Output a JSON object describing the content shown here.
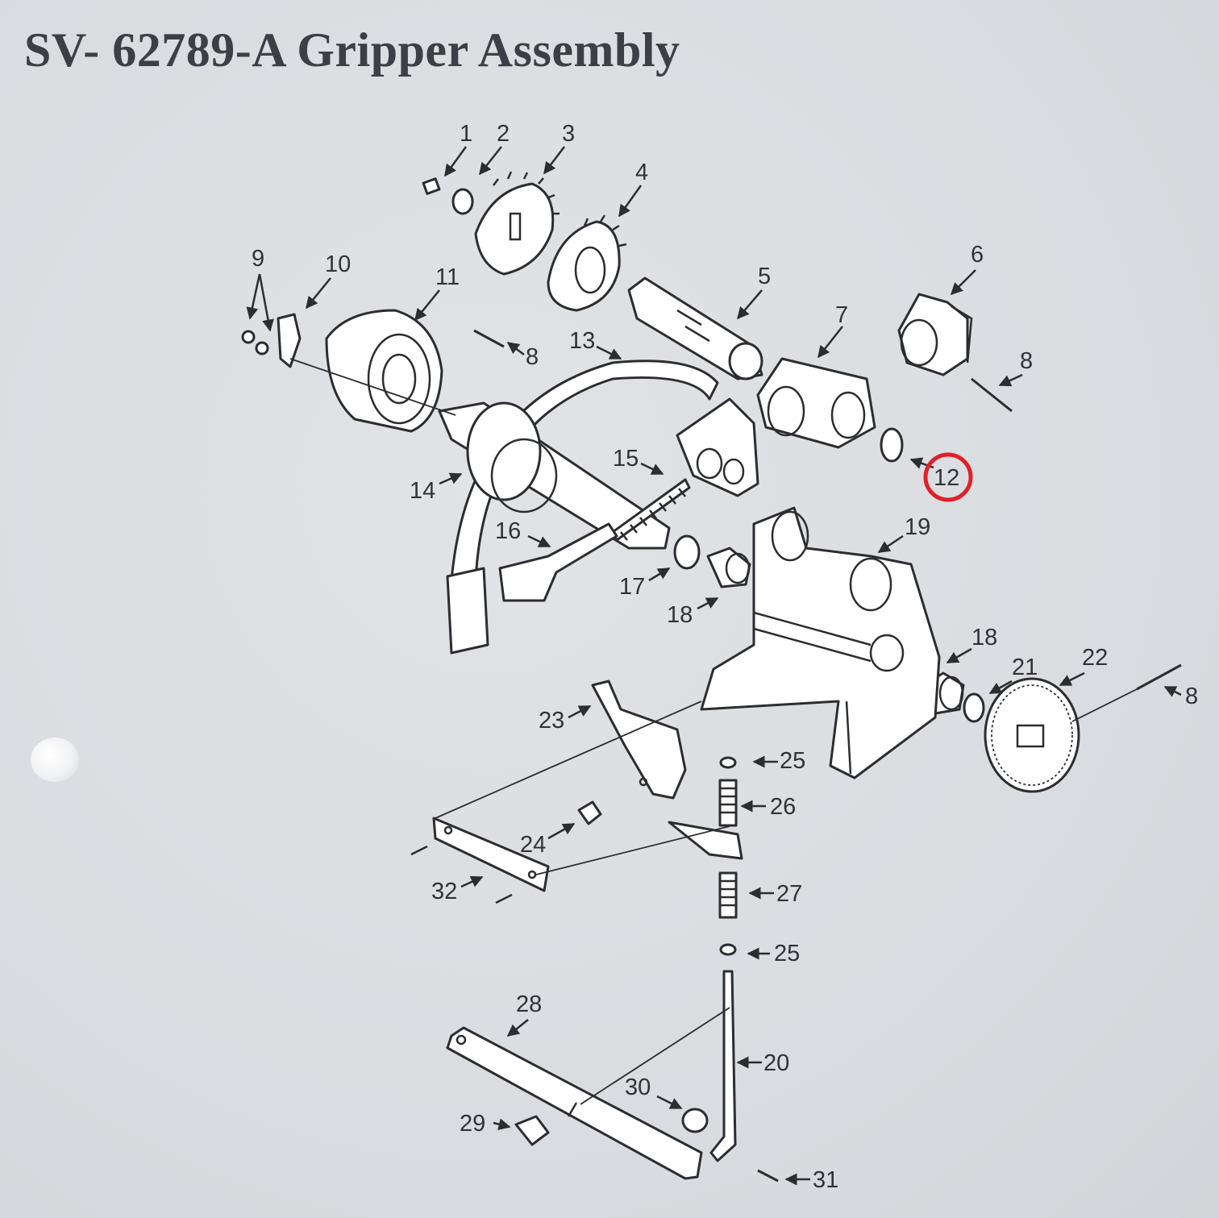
{
  "title": "SV- 62789-A Gripper Assembly",
  "callouts": [
    "1",
    "2",
    "3",
    "4",
    "5",
    "6",
    "7",
    "8",
    "9",
    "10",
    "11",
    "12",
    "13",
    "14",
    "15",
    "16",
    "17",
    "18",
    "19",
    "20",
    "21",
    "22",
    "23",
    "24",
    "25",
    "26",
    "27",
    "28",
    "29",
    "30",
    "31",
    "32"
  ],
  "highlighted_callout": "12",
  "colors": {
    "highlight": "#e0202a",
    "ink": "#2b2d30",
    "paper": "#dcdfe3"
  }
}
